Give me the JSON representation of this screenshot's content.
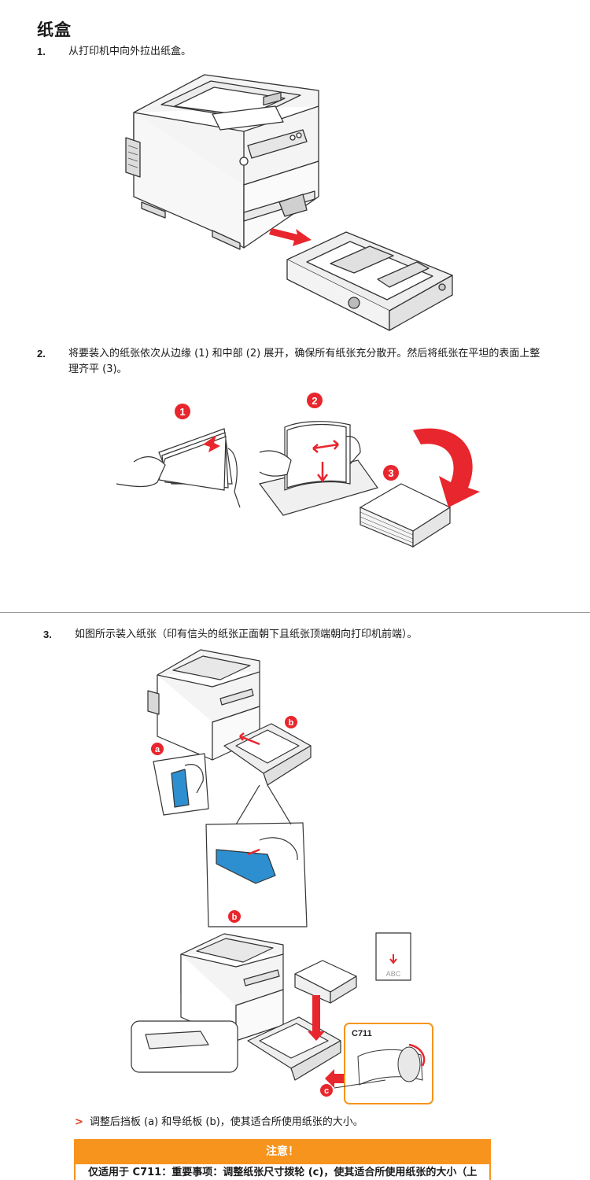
{
  "title": "纸盒",
  "steps": [
    {
      "num": "1.",
      "text": "从打印机中向外拉出纸盒。"
    },
    {
      "num": "2.",
      "text": "将要装入的纸张依次从边缘 (1) 和中部 (2) 展开，确保所有纸张充分散开。然后将纸张在平坦的表面上整理齐平 (3)。"
    },
    {
      "num": "3.",
      "text": "如图所示装入纸张（印有信头的纸张正面朝下且纸张顶端朝向打印机前端）。"
    }
  ],
  "callouts": {
    "one": "1",
    "two": "2",
    "three": "3",
    "a": "a",
    "b": "b",
    "b2": "b",
    "c": "c"
  },
  "model_label": "C711",
  "abc_label": "ABC",
  "bullet": "调整后挡板 (a) 和导纸板 (b)，使其适合所使用纸张的大小。",
  "notice": {
    "title": "注意！",
    "body": "仅适用于 C711：重要事项：调整纸张尺寸拨轮 (c)，使其适合所使用纸张的大小（上"
  },
  "colors": {
    "accent_red": "#e8262d",
    "guide_blue": "#2e8fd0",
    "notice_orange": "#f7941d"
  }
}
